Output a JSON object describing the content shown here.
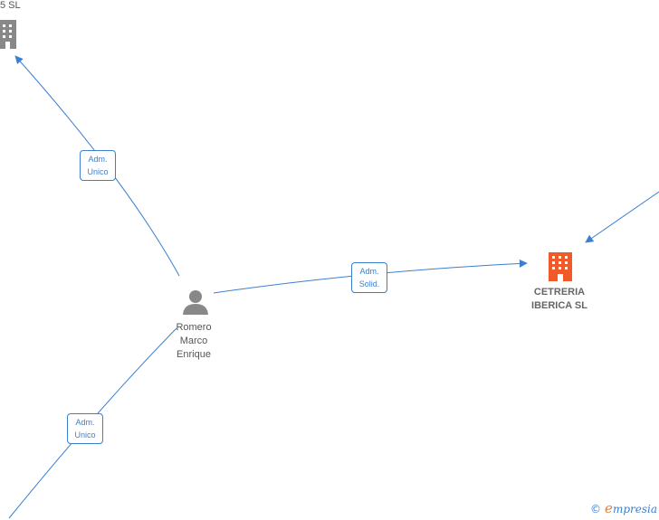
{
  "nodes": {
    "person": {
      "name_lines": [
        "Romero",
        "Marco",
        "Enrique"
      ],
      "icon": "person-icon",
      "color": "#888888"
    },
    "main_company": {
      "name_lines": [
        "CETRERIA",
        "IBERICA  SL"
      ],
      "icon": "building-icon",
      "color": "#f05a28"
    },
    "top_company": {
      "name_partial": "5  SL",
      "icon": "building-icon",
      "color": "#888888"
    }
  },
  "edges": [
    {
      "label_line1": "Adm.",
      "label_line2": "Unico"
    },
    {
      "label_line1": "Adm.",
      "label_line2": "Solid."
    },
    {
      "label_line1": "Adm.",
      "label_line2": "Unico"
    }
  ],
  "footer": {
    "copyright": "©",
    "brand_initial": "e",
    "brand_rest": "mpresia"
  },
  "colors": {
    "edge": "#3b7fd1",
    "main_company": "#f05a28",
    "node_gray": "#888888"
  }
}
